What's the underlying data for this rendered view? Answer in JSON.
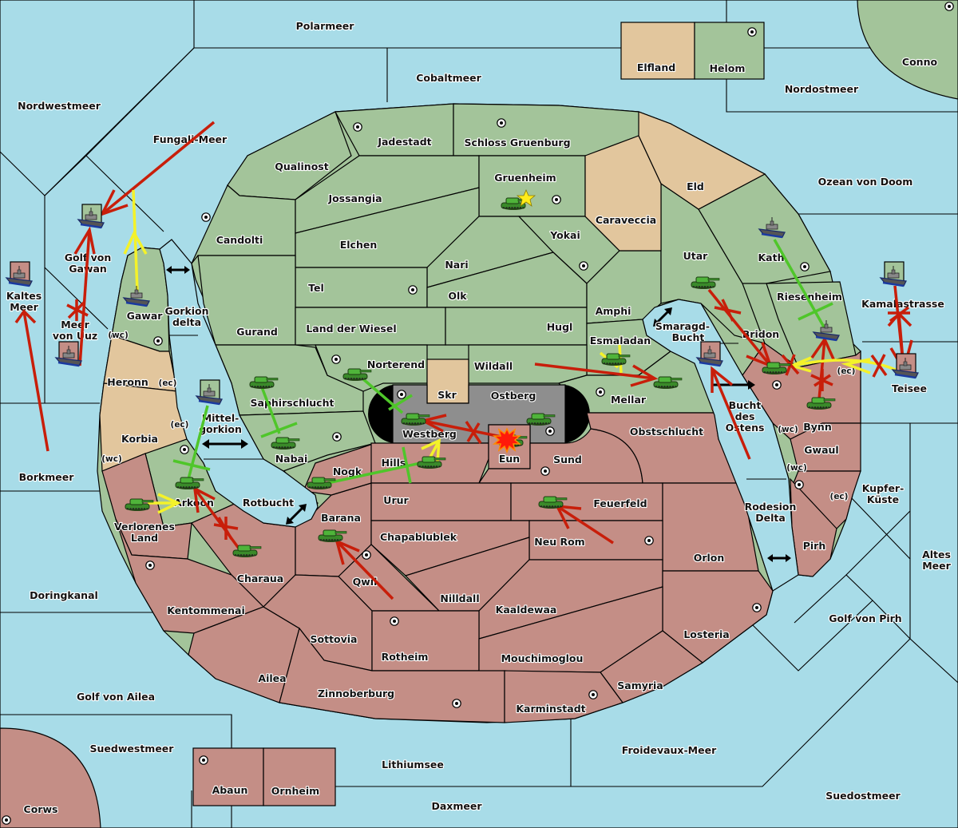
{
  "title": "Diplomacy-style map: Polarmeer world",
  "colors": {
    "sea": "#a8dce8",
    "player_green": "#a3c49a",
    "player_red": "#c48e86",
    "neutral_tan": "#e2c69d",
    "impassable_grey": "#8e8e8e",
    "move_order": "#c81e0a",
    "support_order": "#4fc62a",
    "convoy_order": "#f4f22a"
  },
  "labels": {
    "polarmeer": "Polarmeer",
    "cobaltmeer": "Cobaltmeer",
    "elfland": "Elfland",
    "helom": "Helom",
    "conno": "Conno",
    "nordostmeer": "Nordostmeer",
    "nordwestmeer": "Nordwestmeer",
    "fungali_meer": "Fungali-Meer",
    "jadestadt": "Jadestadt",
    "schloss_gruenburg": "Schloss Gruenburg",
    "qualinost": "Qualinost",
    "gruenheim": "Gruenheim",
    "eld": "Eld",
    "ozean_von_doom": "Ozean von Doom",
    "jossangia": "Jossangia",
    "caraveccia": "Caraveccia",
    "golf_von_gawan": "Golf von\nGawan",
    "golf_von_gawan_1": "Golf von",
    "golf_von_gawan_2": "Gawan",
    "candolti": "Candolti",
    "yokai": "Yokai",
    "elchen": "Elchen",
    "nari": "Nari",
    "utar": "Utar",
    "kath": "Kath",
    "kaltes_meer_1": "Kaltes",
    "kaltes_meer_2": "Meer",
    "kamalastrasse": "Kamalastrasse",
    "tel": "Tel",
    "olk": "Olk",
    "riesenheim": "Riesenheim",
    "meer_von_uuz_1": "Meer",
    "meer_von_uuz_2": "von Uuz",
    "gawar": "Gawar",
    "gorkion_delta_1": "Gorkion",
    "gorkion_delta_2": "delta",
    "amphi": "Amphi",
    "smaragd_bucht_1": "Smaragd-",
    "smaragd_bucht_2": "Bucht",
    "gurand": "Gurand",
    "land_der_wiesel": "Land der Wiesel",
    "hugl": "Hugl",
    "bridon": "Bridon",
    "esmaladan": "Esmaladan",
    "heronn": "Heronn",
    "norterend": "Norterend",
    "wildall": "Wildall",
    "skr": "Skr",
    "ostberg": "Ostberg",
    "teisee": "Teisee",
    "mellar": "Mellar",
    "saphirschlucht": "Saphirschlucht",
    "mittelgorkion_1": "Mittel-",
    "mittelgorkion_2": "gorkion",
    "bucht_des_ostens_1": "Bucht",
    "bucht_des_ostens_2": "des",
    "bucht_des_ostens_3": "Ostens",
    "korbia": "Korbia",
    "westberg": "Westberg",
    "obstschlucht": "Obstschlucht",
    "bynn": "Bynn",
    "nabai": "Nabai",
    "eun": "Eun",
    "sund": "Sund",
    "gwaul": "Gwaul",
    "hills": "Hills",
    "nogk": "Nogk",
    "borkmeer": "Borkmeer",
    "kupfer_kueste_1": "Kupfer-",
    "kupfer_kueste_2": "Küste",
    "urur": "Urur",
    "feuerfeld": "Feuerfeld",
    "arkoon": "Arkoon",
    "rotbucht": "Rotbucht",
    "rodesion_delta_1": "Rodesion",
    "rodesion_delta_2": "Delta",
    "barana": "Barana",
    "chapablublek": "Chapablublek",
    "neu_rom": "Neu Rom",
    "pirh": "Pirh",
    "verlorenes_land_1": "Verlorenes",
    "verlorenes_land_2": "Land",
    "orlon": "Orlon",
    "altes_meer_1": "Altes",
    "altes_meer_2": "Meer",
    "charaua": "Charaua",
    "qwil": "Qwil",
    "doringkanal": "Doringkanal",
    "nilldall": "Nilldall",
    "kentommenai": "Kentommenai",
    "kaaldewaa": "Kaaldewaa",
    "golf_von_pirh": "Golf von Pirh",
    "losteria": "Losteria",
    "sottovia": "Sottovia",
    "rotheim": "Rotheim",
    "mouchimoglou": "Mouchimoglou",
    "ailea": "Ailea",
    "samyria": "Samyria",
    "golf_von_ailea": "Golf von Ailea",
    "zinnoberburg": "Zinnoberburg",
    "karminstadt": "Karminstadt",
    "suedwestmeer": "Suedwestmeer",
    "froidevaux_meer": "Froidevaux-Meer",
    "lithiumsee": "Lithiumsee",
    "abaun": "Abaun",
    "ornheim": "Ornheim",
    "suedostmeer": "Suedostmeer",
    "daxmeer": "Daxmeer",
    "corws": "Corws"
  },
  "coast_tags": {
    "wc": "(wc)",
    "ec": "(ec)"
  },
  "units": [
    {
      "type": "army",
      "owner": "green",
      "location": "Gruenheim",
      "marker": "star"
    },
    {
      "type": "fleet",
      "owner": "green",
      "location": "Golf von Gawan"
    },
    {
      "type": "fleet",
      "owner": "red",
      "location": "Kaltes Meer"
    },
    {
      "type": "fleet",
      "owner": "red",
      "location": "Meer von Uuz"
    },
    {
      "type": "fleet",
      "owner": "green",
      "location": "Gawar"
    },
    {
      "type": "fleet",
      "owner": "green",
      "location": "Mittelgorkion"
    },
    {
      "type": "army",
      "owner": "green",
      "location": "Saphirschlucht"
    },
    {
      "type": "army",
      "owner": "green",
      "location": "Nabai"
    },
    {
      "type": "army",
      "owner": "green",
      "location": "Arkoon"
    },
    {
      "type": "army",
      "owner": "green",
      "location": "Verlorenes Land"
    },
    {
      "type": "army",
      "owner": "green",
      "location": "Charaua"
    },
    {
      "type": "army",
      "owner": "green",
      "location": "Barana"
    },
    {
      "type": "army",
      "owner": "green",
      "location": "Nogk"
    },
    {
      "type": "army",
      "owner": "green",
      "location": "Hills"
    },
    {
      "type": "army",
      "owner": "green",
      "location": "Norterend"
    },
    {
      "type": "army",
      "owner": "green",
      "location": "Westberg"
    },
    {
      "type": "army",
      "owner": "green",
      "location": "Ostberg"
    },
    {
      "type": "army",
      "owner": "green",
      "location": "Eun",
      "marker": "dislodged"
    },
    {
      "type": "army",
      "owner": "green",
      "location": "Feuerfeld"
    },
    {
      "type": "army",
      "owner": "green",
      "location": "Esmaladan"
    },
    {
      "type": "army",
      "owner": "green",
      "location": "Mellar"
    },
    {
      "type": "army",
      "owner": "green",
      "location": "Utar"
    },
    {
      "type": "fleet",
      "owner": "green",
      "location": "Kath"
    },
    {
      "type": "fleet",
      "owner": "red",
      "location": "Bucht des Ostens"
    },
    {
      "type": "army",
      "owner": "green",
      "location": "Bridon"
    },
    {
      "type": "fleet",
      "owner": "green",
      "location": "Riesenheim"
    },
    {
      "type": "army",
      "owner": "green",
      "location": "Bynn"
    },
    {
      "type": "fleet",
      "owner": "green",
      "location": "Kamalastrasse"
    },
    {
      "type": "fleet",
      "owner": "red",
      "location": "Teisee"
    }
  ],
  "legend_icons": {
    "supply_center": "supply-center-icon",
    "army": "tank-icon",
    "fleet": "ship-icon",
    "failed_order": "red-x-icon",
    "dislodged": "explosion-icon",
    "build": "star-icon",
    "canal": "double-arrow-icon"
  }
}
